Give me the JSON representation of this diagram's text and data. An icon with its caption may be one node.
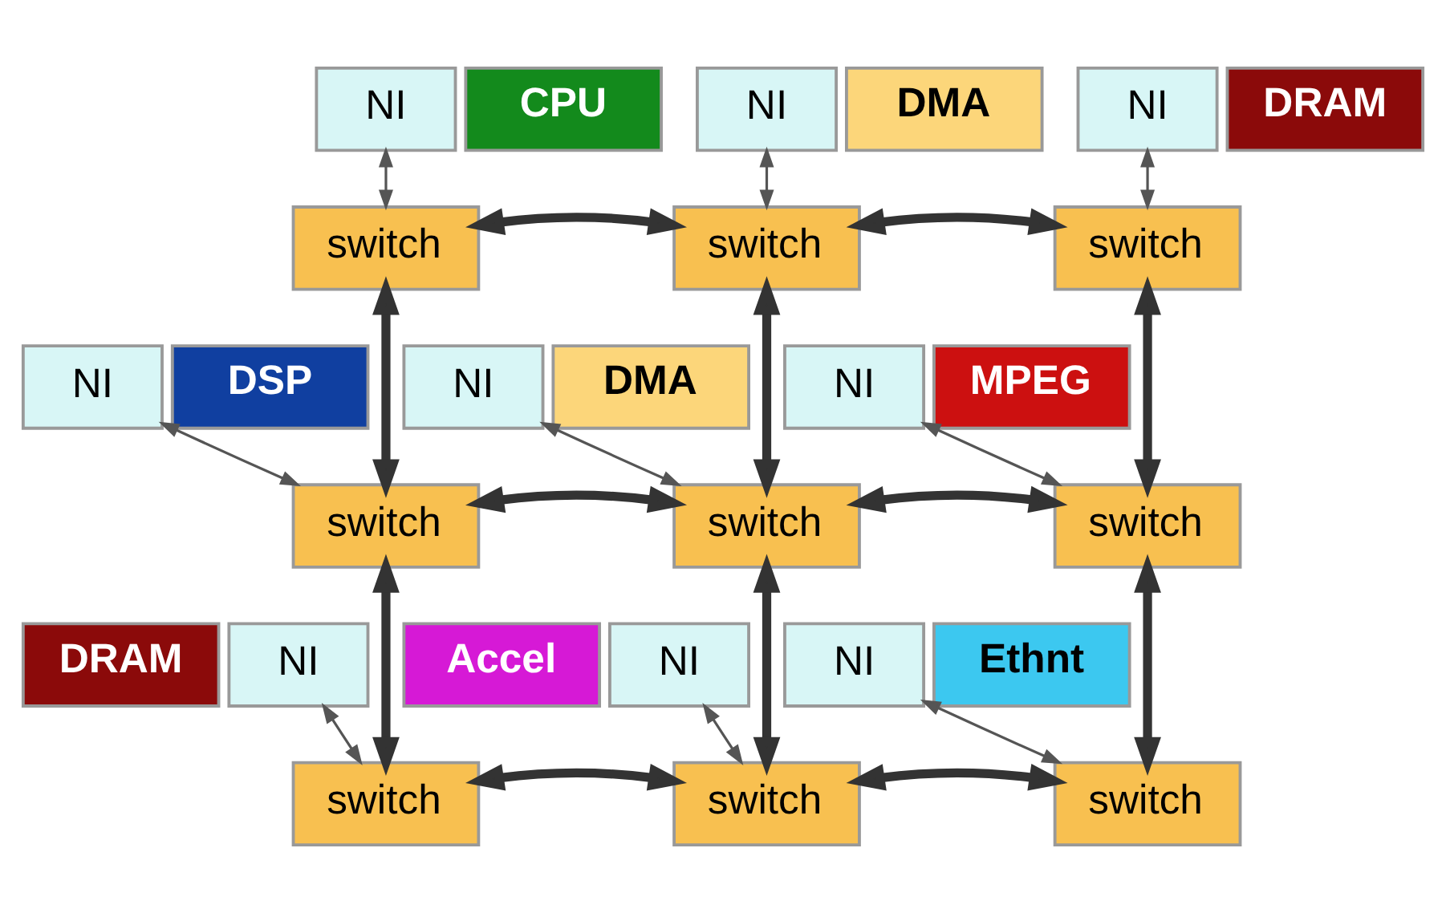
{
  "diagram": {
    "nodes": [
      {
        "text": [
          "NI"
        ]
      },
      {
        "text": [
          "CPU"
        ]
      },
      {
        "text": [
          "NI"
        ]
      },
      {
        "text": [
          "DMA"
        ]
      },
      {
        "text": [
          "NI"
        ]
      },
      {
        "text": [
          "DRAM"
        ]
      },
      {
        "text": [
          "switch"
        ]
      },
      {
        "text": [
          "switch"
        ]
      },
      {
        "text": [
          "switch"
        ]
      },
      {
        "text": [
          "NI"
        ]
      },
      {
        "text": [
          "DSP"
        ]
      },
      {
        "text": [
          "NI"
        ]
      },
      {
        "text": [
          "DMA"
        ]
      },
      {
        "text": [
          "NI"
        ]
      },
      {
        "text": [
          "MPEG"
        ]
      },
      {
        "text": [
          "switch"
        ]
      },
      {
        "text": [
          "switch"
        ]
      },
      {
        "text": [
          "switch"
        ]
      },
      {
        "text": [
          "DRAM"
        ]
      },
      {
        "text": [
          "NI"
        ]
      },
      {
        "text": [
          "Accel"
        ]
      },
      {
        "text": [
          "NI"
        ]
      },
      {
        "text": [
          "NI"
        ]
      },
      {
        "text": [
          "Ethnt"
        ]
      },
      {
        "text": [
          "switch"
        ]
      },
      {
        "text": [
          "switch"
        ]
      },
      {
        "text": [
          "switch"
        ]
      }
    ],
    "edges": [
      {
        "from": 6,
        "to": 7,
        "arrow": "both"
      },
      {
        "from": 7,
        "to": 8,
        "arrow": "both"
      },
      {
        "from": 15,
        "to": 16,
        "arrow": "both"
      },
      {
        "from": 16,
        "to": 17,
        "arrow": "both"
      },
      {
        "from": 24,
        "to": 25,
        "arrow": "both"
      },
      {
        "from": 25,
        "to": 26,
        "arrow": "both"
      },
      {
        "from": 6,
        "to": 15,
        "arrow": "both"
      },
      {
        "from": 7,
        "to": 16,
        "arrow": "both"
      },
      {
        "from": 8,
        "to": 17,
        "arrow": "both"
      },
      {
        "from": 15,
        "to": 24,
        "arrow": "both"
      },
      {
        "from": 16,
        "to": 25,
        "arrow": "both"
      },
      {
        "from": 17,
        "to": 26,
        "arrow": "both"
      },
      {
        "from": 0,
        "to": 6,
        "arrow": "both",
        "color": "#555555"
      },
      {
        "from": 2,
        "to": 7,
        "arrow": "both",
        "color": "#555555"
      },
      {
        "from": 4,
        "to": 8,
        "arrow": "both",
        "color": "#555555"
      },
      {
        "from": 9,
        "to": 15,
        "arrow": "both",
        "color": "#555555"
      },
      {
        "from": 11,
        "to": 16,
        "arrow": "both",
        "color": "#555555"
      },
      {
        "from": 13,
        "to": 17,
        "arrow": "both",
        "color": "#555555"
      },
      {
        "from": 19,
        "to": 24,
        "arrow": "both",
        "color": "#555555"
      },
      {
        "from": 21,
        "to": 25,
        "arrow": "both",
        "color": "#555555"
      },
      {
        "from": 22,
        "to": 26,
        "arrow": "both",
        "color": "#555555"
      }
    ]
  }
}
